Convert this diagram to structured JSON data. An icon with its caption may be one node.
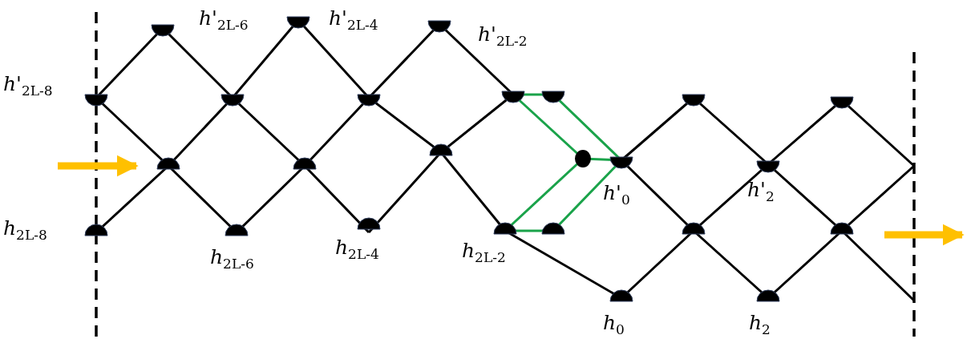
{
  "diagram": {
    "labels": [
      "h'$_{2L-6}$",
      "h'$_{2L-4}$",
      "h'$_{2L-2}$",
      "h'$_{2L-8}$",
      "h$_{2L-8}$",
      "h'$_{0}$",
      "h'$_{2}$",
      "h$_{2L-6}$",
      "h$_{2L-4}$",
      "h$_{2L-2}$",
      "h$_{0}$",
      "h$_{2}$"
    ]
  }
}
